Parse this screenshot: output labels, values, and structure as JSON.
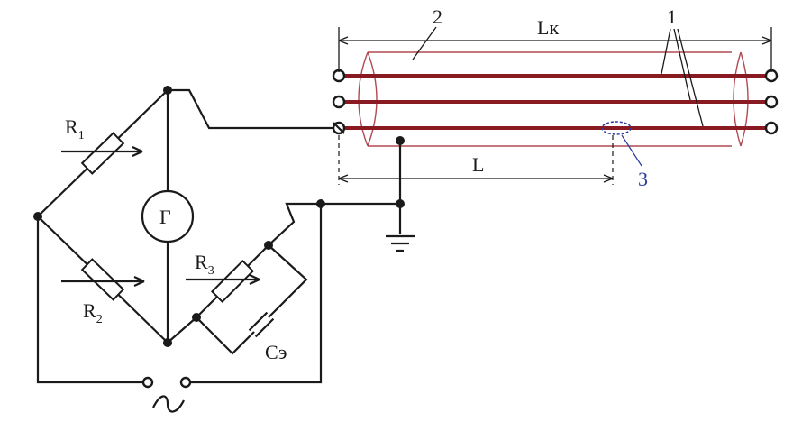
{
  "labels": {
    "r1": "R",
    "r1_sub": "1",
    "r2": "R",
    "r2_sub": "2",
    "r3": "R",
    "r3_sub": "3",
    "galvanometer": "Г",
    "capacitor": "Сэ",
    "cable_length": "Lк",
    "fault_distance": "L",
    "sheath_marker": "2",
    "cores_marker": "1",
    "fault_marker": "3",
    "source": "~"
  },
  "colors": {
    "wire": "#1a1a1a",
    "core": "#8a1a22",
    "cable_outline": "#b04a52",
    "fault_marker": "#2b3a9a"
  },
  "icons": {
    "ground": "ground-icon",
    "ac_source": "ac-source-icon",
    "galvanometer": "galvanometer-icon",
    "variable_resistor": "variable-resistor-icon",
    "capacitor": "capacitor-icon"
  }
}
